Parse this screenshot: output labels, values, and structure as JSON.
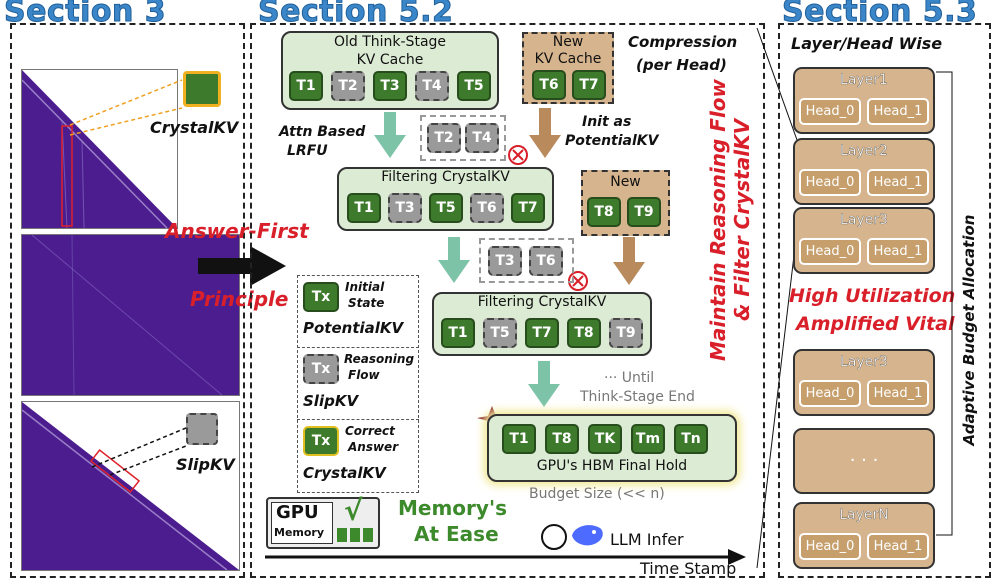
{
  "sections": {
    "s3": "Section 3",
    "s52": "Section 5.2",
    "s53": "Section 5.3"
  },
  "left": {
    "crystal_label": "CrystalKV",
    "slip_label": "SlipKV",
    "answer_first": "Answer-First",
    "principle": "Principle"
  },
  "middle": {
    "old_cache_title_1": "Old Think-Stage",
    "old_cache_title_2": "KV Cache",
    "old_tokens": [
      "T1",
      "T2",
      "T3",
      "T4",
      "T5"
    ],
    "new_cache_title_1": "New",
    "new_cache_title_2": "KV Cache",
    "new_tokens": [
      "T6",
      "T7"
    ],
    "compression_1": "Compression",
    "compression_2": "(per Head)",
    "attn_1": "Attn Based",
    "attn_2": "LRFU",
    "init_1": "Init as",
    "init_2": "PotentialKV",
    "evict_1": [
      "T2",
      "T4"
    ],
    "filter1_title": "Filtering CrystalKV",
    "filter1_tokens": [
      "T1",
      "T3",
      "T5",
      "T6",
      "T7"
    ],
    "new2_title": "New",
    "new2_tokens": [
      "T8",
      "T9"
    ],
    "evict_2": [
      "T3",
      "T6"
    ],
    "filter2_title": "Filtering CrystalKV",
    "filter2_tokens": [
      "T1",
      "T5",
      "T7",
      "T8",
      "T9"
    ],
    "until_1": "··· Until",
    "until_2": "Think-Stage End",
    "final_tokens": [
      "T1",
      "T8",
      "TK",
      "Tm",
      "Tn"
    ],
    "final_title": "GPU's HBM Final Hold",
    "budget": "Budget Size (<< n)",
    "legend": {
      "tx": "Tx",
      "potential_desc_1": "Initial",
      "potential_desc_2": "State",
      "potential_name": "PotentialKV",
      "slip_desc_1": "Reasoning",
      "slip_desc_2": "Flow",
      "slip_name": "SlipKV",
      "crystal_desc_1": "Correct",
      "crystal_desc_2": "Answer",
      "crystal_name": "CrystalKV"
    },
    "gpu": "GPU",
    "memory": "Memory",
    "check": "√",
    "memory_ease_1": "Memory's",
    "memory_ease_2": "At Ease",
    "llm_infer": "LLM Infer",
    "time_stamp": "Time Stamp",
    "vertical_1": "Maintain Reasoning Flow",
    "vertical_2": "& Filter CrystalKV"
  },
  "right": {
    "subtitle": "Layer/Head Wise",
    "layers": [
      "Layer1",
      "Layer2",
      "Layer3"
    ],
    "layers_lower": [
      "Layer3"
    ],
    "ellipsis": "· · ·",
    "last_layer": "LayerN",
    "head0": "Head_0",
    "head1": "Head_1",
    "high_1": "High Utilization",
    "high_2": "Amplified Vital",
    "adaptive": "Adaptive Budget Allocation"
  },
  "colors": {
    "crystal_green": "#3d7a2c",
    "slip_gray": "#9a9a9a",
    "layer_tan": "#d6b58e",
    "teal_arrow": "#7cc3a8",
    "brown_arrow": "#b88a5c",
    "red": "#d9202a",
    "heatmap": "#4c1d8f"
  }
}
